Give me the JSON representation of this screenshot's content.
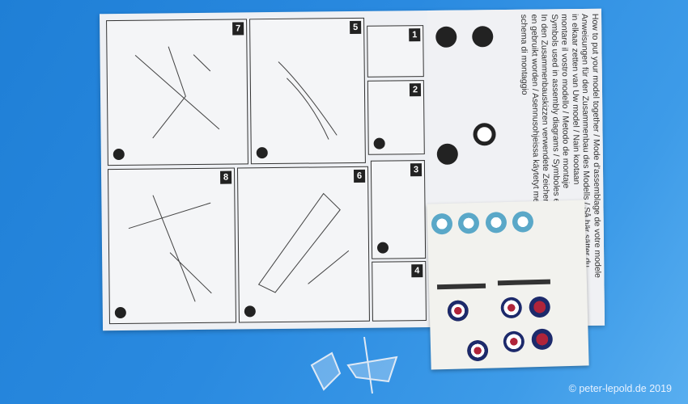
{
  "instructions": {
    "steps": [
      "1",
      "2",
      "3",
      "4",
      "5",
      "6",
      "7",
      "8"
    ],
    "info_lines": [
      "How to put your model together / Mode d'assemblage de votre modele",
      "Anweisungen für den Zusammenbau des Modells / Så här sätter du",
      "in elkaar zetten van Uw model / Nain kootaan",
      "montare il vostro modello / Metodo de montaje",
      "Symbols used in assembly diagrams / Symboles employés",
      "In den Zusammenbauskizzen verwendete Zeichen",
      "en gebruikt worden / Asennusohjeissa käytetyt merkit",
      "schema di montaggio"
    ]
  },
  "watermark": "© peter-lepold.de 2019",
  "colors": {
    "background": "#2a8ae0",
    "roundel_blue": "#1d2a6b",
    "roundel_red": "#b0243a",
    "roundel_yellow": "#e8c13a"
  }
}
